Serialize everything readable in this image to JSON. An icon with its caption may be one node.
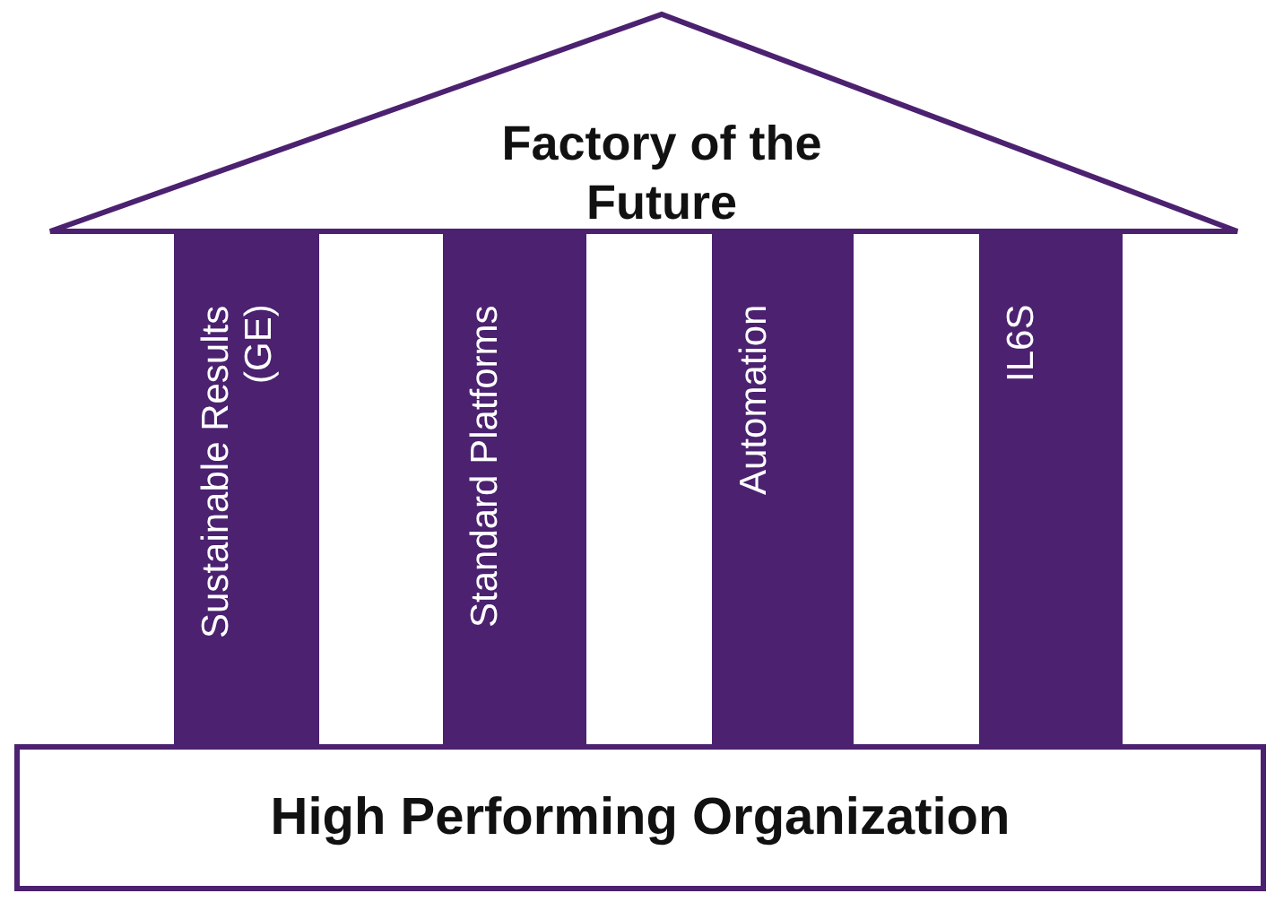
{
  "diagram": {
    "nodes": [
      {
        "text": [
          "Factory of the Future"
        ]
      },
      {
        "text": [
          "Sustainable Results (GE)"
        ]
      },
      {
        "text": [
          "Standard Platforms"
        ]
      },
      {
        "text": [
          "Automation"
        ]
      },
      {
        "text": [
          "IL6S"
        ]
      },
      {
        "text": [
          "High Performing Organization"
        ]
      }
    ]
  }
}
